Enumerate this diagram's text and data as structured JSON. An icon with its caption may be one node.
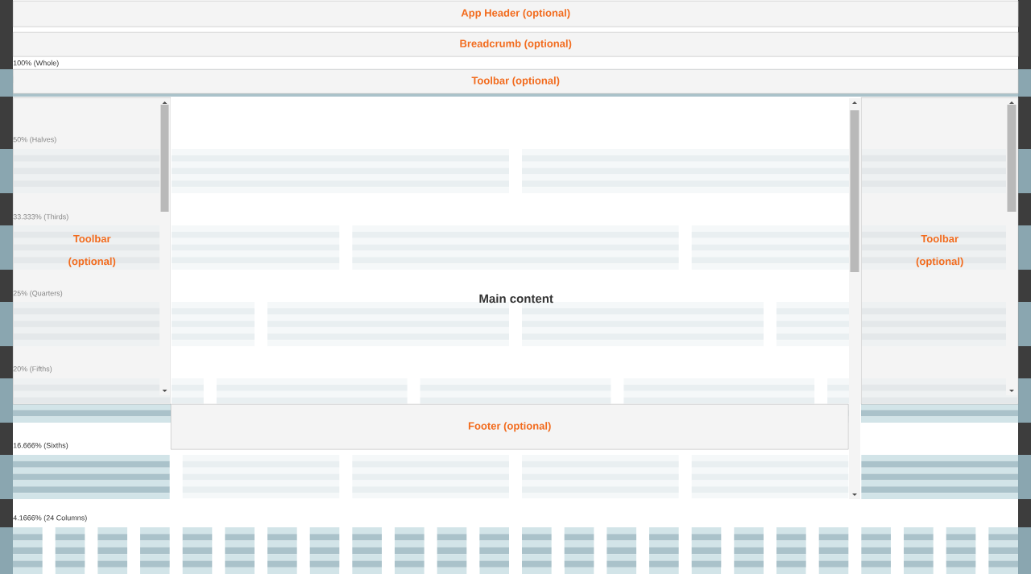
{
  "diagram": {
    "nodes": [
      {
        "text": [
          "App Header (optional)"
        ]
      },
      {
        "text": [
          "Breadcrumb (optional)"
        ]
      },
      {
        "text": [
          "Toolbar (optional)"
        ]
      },
      {
        "text": [
          "Toolbar (optional)"
        ]
      },
      {
        "text": [
          "Main content"
        ]
      },
      {
        "text": [
          "Toolbar (optional)"
        ]
      },
      {
        "text": [
          "Footer (optional)"
        ],
        "in": 4
      }
    ],
    "labels": [
      "100% (Whole)",
      "50% (Halves)",
      "33.333% (Thirds)",
      "25% (Quarters)",
      "20% (Fifths)",
      "16.666% (Sixths)",
      "4.1666% (24 Columns)"
    ]
  }
}
